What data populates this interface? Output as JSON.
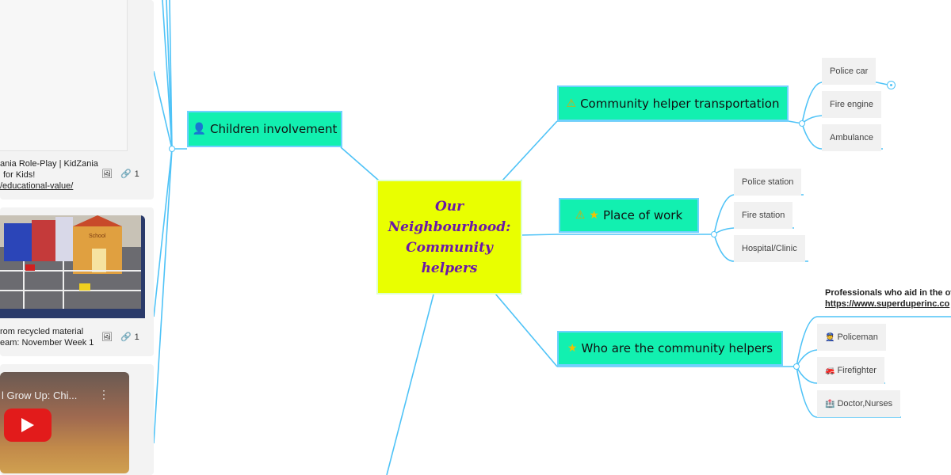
{
  "center": {
    "lines": [
      "Our",
      "Neighbourhood:",
      "Community",
      "helpers"
    ]
  },
  "branches": {
    "children": {
      "label": "Children involvement",
      "icon": "person-icon"
    },
    "transport": {
      "label": "Community helper transportation",
      "icon": "warning-icon",
      "leaves": [
        "Police car",
        "Fire engine",
        "Ambulance"
      ]
    },
    "work": {
      "label": "Place of work",
      "icons": [
        "warning-icon",
        "star-icon"
      ],
      "leaves": [
        "Police station",
        "Fire station",
        "Hospital/Clinic"
      ]
    },
    "helpers": {
      "label": "Who are the community helpers",
      "icon": "star-icon",
      "note": {
        "line1": "Professionals who aid in the ove",
        "line2": "https://www.superduperinc.co"
      },
      "leaves": [
        {
          "icon": "policeman-icon",
          "label": "Policeman"
        },
        {
          "icon": "fire-truck-icon",
          "label": "Firefighter"
        },
        {
          "icon": "hospital-icon",
          "label": "Doctor,Nurses"
        }
      ]
    }
  },
  "sidebar": {
    "card1": {
      "caption1": "ania Role-Play | KidZania",
      "caption2": "for Kids!",
      "link": "/educational-value/",
      "link_count": "1"
    },
    "card2": {
      "caption1": "rom recycled material",
      "caption2": "eam: November Week 1",
      "link_count": "1",
      "image_label": "School"
    },
    "card3": {
      "video_title": "l Grow Up: Chi...",
      "more": "⋮"
    }
  },
  "colors": {
    "node_fill": "#12f0b0",
    "node_border": "#6fd1ff",
    "center_fill": "#e9ff00",
    "center_text": "#6a18a8",
    "line": "#4fc3f7"
  }
}
